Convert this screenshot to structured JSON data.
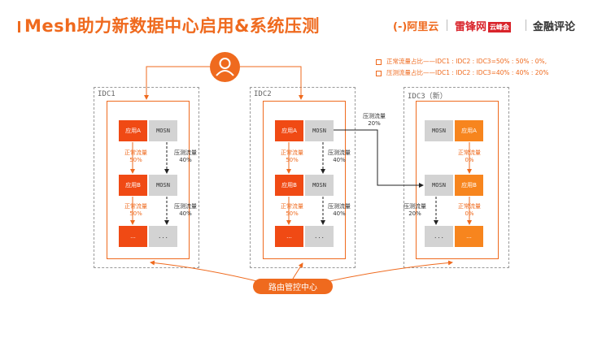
{
  "title": "Mesh助力新数据中心启用&系统压测",
  "logos": {
    "aliyun": "(-)阿里云",
    "leifeng": "雷锋网",
    "leifeng_badge": "云峰会",
    "jinrong": "金融评论"
  },
  "legend": [
    "正常流量占比——IDC1 : IDC2 : IDC3=50% : 50% : 0%,",
    "压测流量占比——IDC1 : IDC2 : IDC3=40% : 40% : 20%"
  ],
  "idcs": [
    {
      "label": "IDC1",
      "blocks": [
        {
          "left": "应用A",
          "right": "MOSN"
        },
        {
          "left": "应用B",
          "right": "MOSN"
        },
        {
          "left": "...",
          "right": "..."
        }
      ],
      "flows": [
        {
          "normal_label": "正常流量",
          "normal_value": "50%",
          "stress_label": "压测流量",
          "stress_value": "40%"
        },
        {
          "normal_label": "正常流量",
          "normal_value": "50%",
          "stress_label": "压测流量",
          "stress_value": "40%"
        }
      ]
    },
    {
      "label": "IDC2",
      "blocks": [
        {
          "left": "应用A",
          "right": "MOSN"
        },
        {
          "left": "应用B",
          "right": "MOSN"
        },
        {
          "left": "...",
          "right": "..."
        }
      ],
      "flows": [
        {
          "normal_label": "正常流量",
          "normal_value": "50%",
          "stress_label": "压测流量",
          "stress_value": "40%"
        },
        {
          "normal_label": "正常流量",
          "normal_value": "50%",
          "stress_label": "压测流量",
          "stress_value": "40%"
        }
      ]
    },
    {
      "label": "IDC3（新）",
      "blocks": [
        {
          "left": "MOSN",
          "right": "应用A"
        },
        {
          "left": "MOSN",
          "right": "应用B"
        },
        {
          "left": "...",
          "right": "..."
        }
      ],
      "flows": [
        {
          "normal_label": "正常流量",
          "normal_value": "0%"
        },
        {
          "stress_label": "压测流量",
          "stress_value": "20%",
          "normal_label": "正常流量",
          "normal_value": "0%"
        }
      ]
    }
  ],
  "cross_flow": {
    "label": "压测流量",
    "value": "20%"
  },
  "route_center": "路由管控中心",
  "colors": {
    "accent": "#ef6a1e",
    "app": "#f04a14",
    "app_new": "#f7851e",
    "mosn": "#d3d3d3"
  }
}
